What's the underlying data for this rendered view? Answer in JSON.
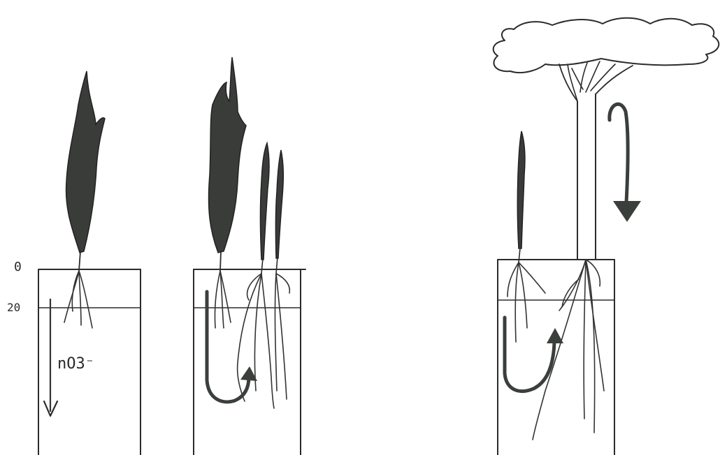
{
  "depth_labels": {
    "surface": "0",
    "layer_depth": "20"
  },
  "nutrient_label": "nO3⁻"
}
